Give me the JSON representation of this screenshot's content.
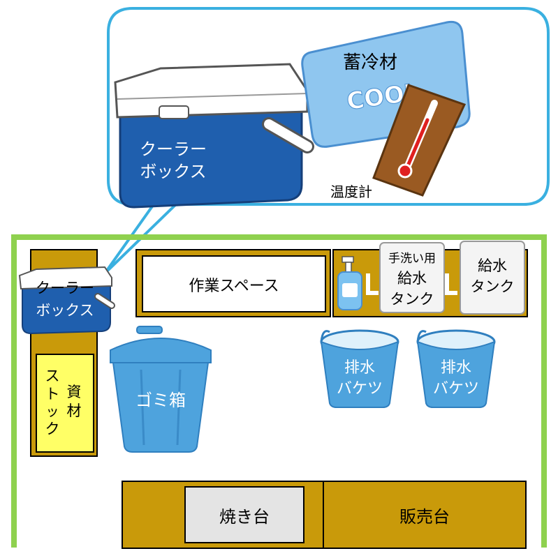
{
  "callout": {
    "cooler_label_line1": "クーラー",
    "cooler_label_line2": "ボックス",
    "icepack_label": "蓄冷材",
    "icepack_print": "COOL",
    "thermometer_label": "温度計"
  },
  "layout": {
    "cooler_label_line1": "クーラー",
    "cooler_label_line2": "ボックス",
    "supply_line1": "資",
    "supply_line2": "材",
    "stock_line1": "ス",
    "stock_line2": "ト",
    "stock_line3": "ッ",
    "stock_line4": "ク",
    "work_space": "作業スペース",
    "handwash_line1": "手洗い用",
    "handwash_line2": "給水",
    "handwash_line3": "タンク",
    "water_tank_line1": "給水",
    "water_tank_line2": "タンク",
    "trash": "ゴミ箱",
    "drain_bucket_line1": "排水",
    "drain_bucket_line2": "バケツ",
    "grill": "焼き台",
    "sales_counter": "販売台"
  },
  "colors": {
    "stall_outline": "#8fd14f",
    "counter": "#c99a0a",
    "callout_border": "#3ab0e0",
    "cooler_blue": "#1f5fae",
    "bucket_blue": "#4ea3dd",
    "sticky_yellow": "#ffff66"
  }
}
